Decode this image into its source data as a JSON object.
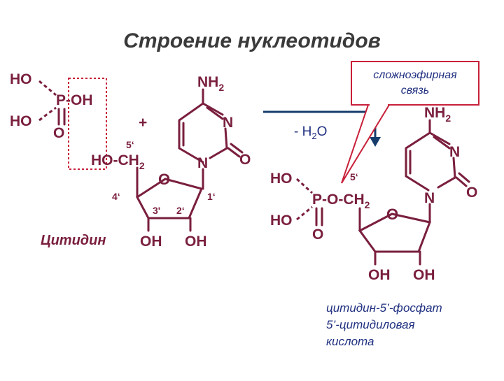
{
  "title": "Строение нуклеотидов",
  "colors": {
    "structure": "#7a1f3d",
    "blue_label": "#1f2f80",
    "callout_border": "#c8203a",
    "arrow": "#163c6c",
    "phosphate_box": "#c8203a"
  },
  "phosphate": {
    "ho_top": "HO",
    "ho_bottom": "HO",
    "p_oh": "P-OH",
    "o": "O"
  },
  "plus": "+",
  "cytidine": {
    "pos5": "5‘",
    "ho_ch2": "HO-CH",
    "ch2_sub": "2",
    "nh2": "NH",
    "nh2_sub": "2",
    "n_top": "N",
    "n_bottom": "N",
    "o_carbonyl": "O",
    "o_ring": "O",
    "pos4": "4‘",
    "pos1": "1‘",
    "pos3": "3'",
    "pos2": "2‘",
    "oh3": "OH",
    "oh2": "OH",
    "name": "Цитидин"
  },
  "reaction": {
    "minus_water": "- H",
    "water_sub": "2",
    "water_o": "O"
  },
  "callout": {
    "line1": "сложноэфирная",
    "line2": "связь"
  },
  "product": {
    "nh2": "NH",
    "nh2_sub": "2",
    "n_top": "N",
    "n_bottom": "N",
    "o_carbonyl": "O",
    "pos5": "5‘",
    "ho_top": "HO",
    "ho_bottom": "HO",
    "p_o_ch2": "P-O-CH",
    "ch2_sub": "2",
    "o_phosphate": "O",
    "o_ring": "O",
    "oh3": "OH",
    "oh2": "OH",
    "name_line1": "цитидин-5’-фосфат",
    "name_line2": "5’-цитидиловая",
    "name_line3": "кислота"
  }
}
